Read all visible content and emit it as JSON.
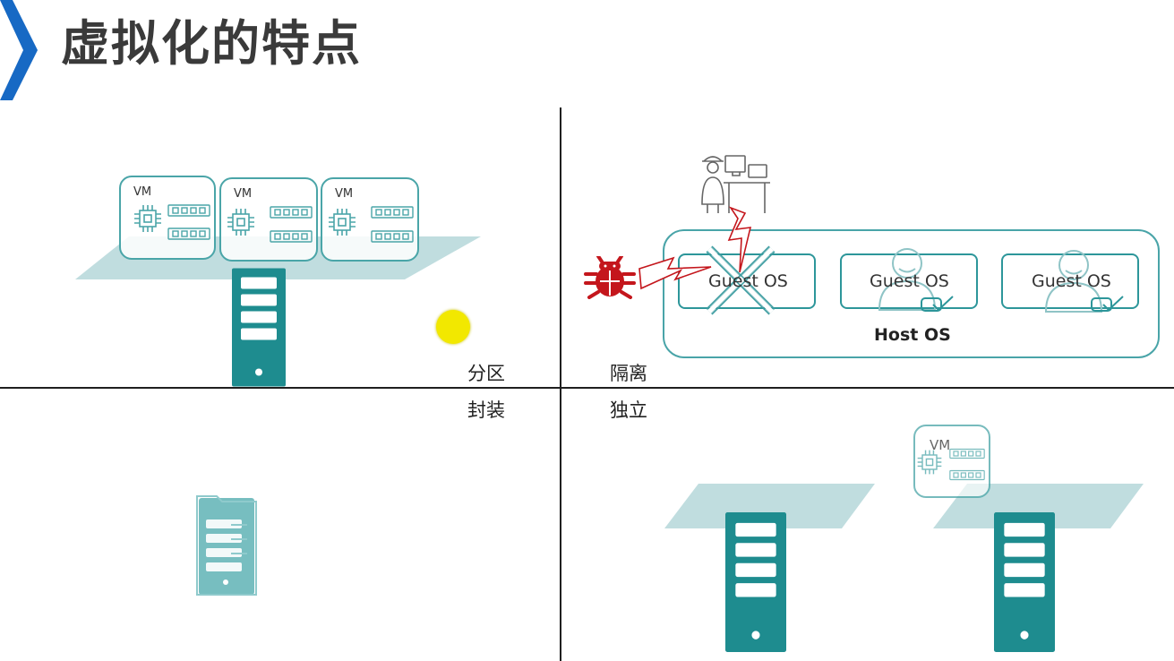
{
  "slide": {
    "title": "虚拟化的特点"
  },
  "quadrants": {
    "partition": {
      "label": "分区",
      "vms": [
        {
          "label": "VM"
        },
        {
          "label": "VM"
        },
        {
          "label": "VM"
        }
      ]
    },
    "isolation": {
      "label": "隔离",
      "guests": [
        {
          "label": "Guest OS",
          "state": "compromised"
        },
        {
          "label": "Guest OS",
          "state": "ok"
        },
        {
          "label": "Guest OS",
          "state": "ok"
        }
      ],
      "host_label": "Host OS"
    },
    "encapsulation": {
      "label": "封装"
    },
    "independence": {
      "label": "独立",
      "vm_label": "VM"
    }
  },
  "colors": {
    "teal": "#1e8c8f",
    "teal_light": "#4aa5a8",
    "plane": "#b9d9dc",
    "attack_red": "#c4161c",
    "chevron_blue": "#1769c4",
    "cursor_yellow": "#f2e800"
  }
}
